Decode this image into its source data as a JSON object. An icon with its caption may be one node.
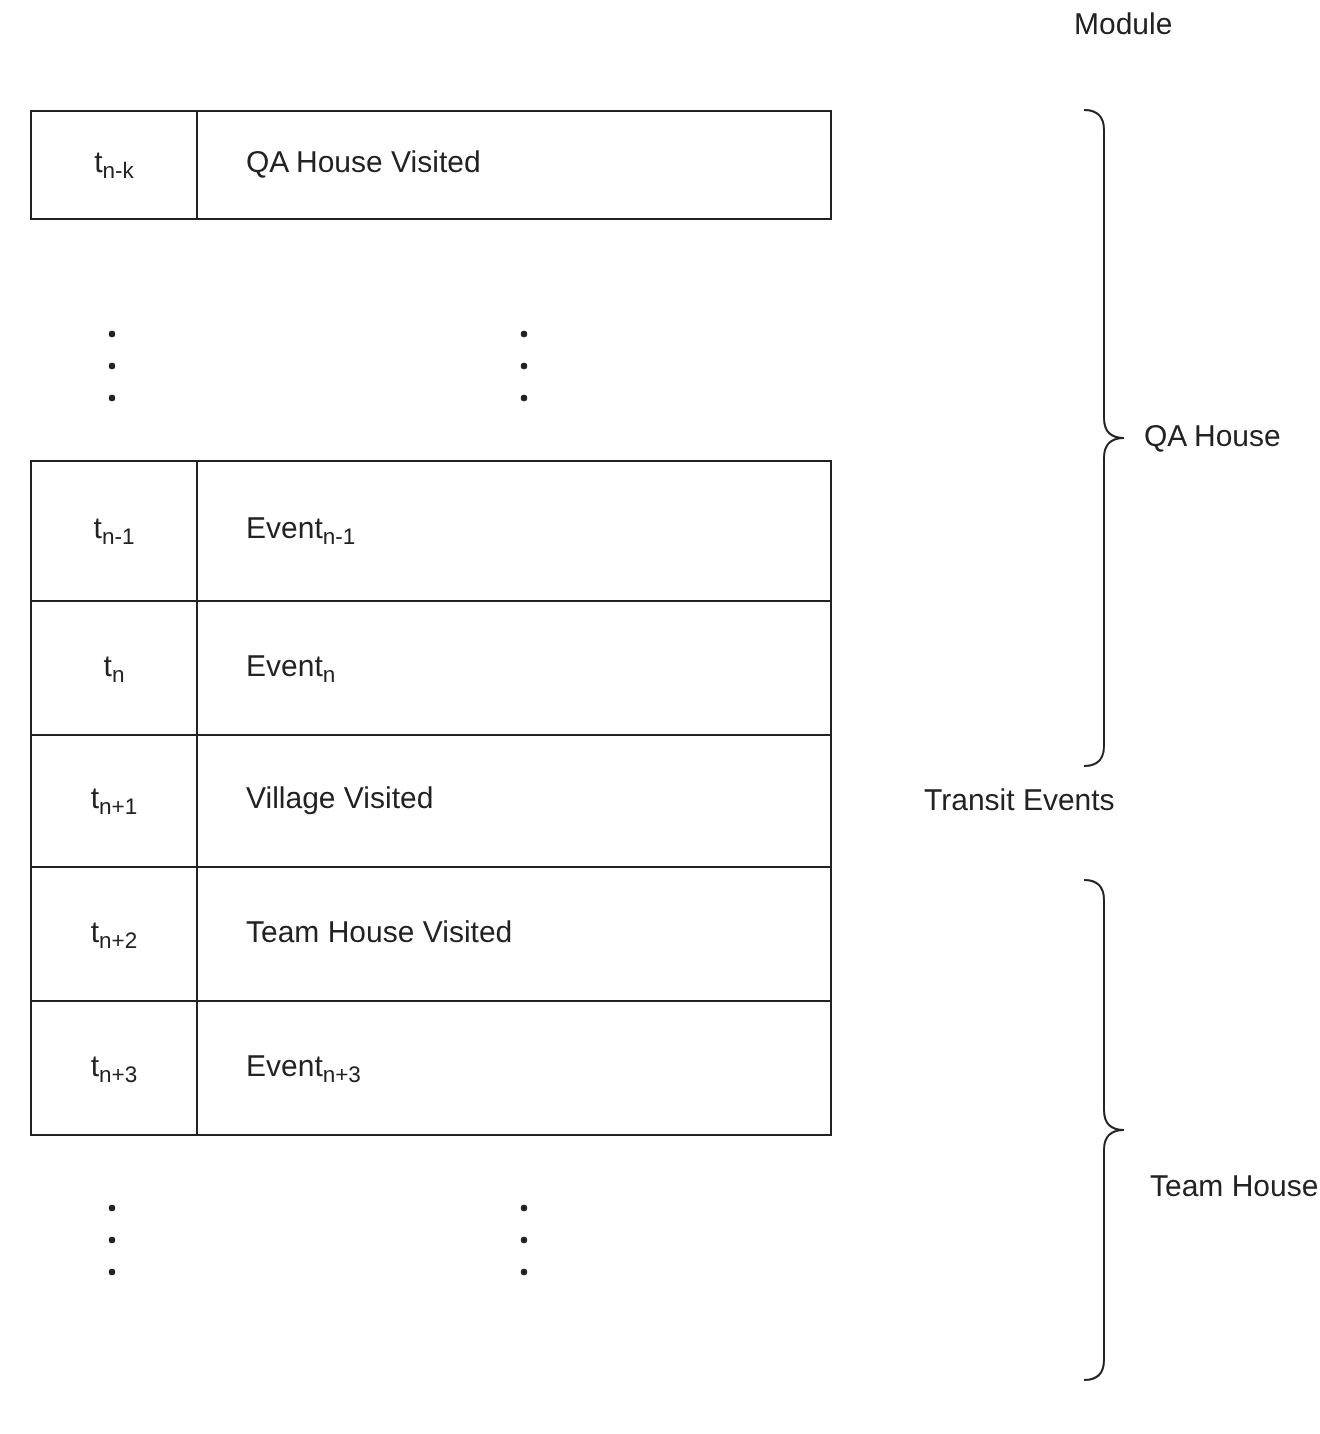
{
  "diagram": {
    "nodes": [
      {
        "text": [
          "t$_{n-k}$"
        ]
      },
      {
        "text": [
          "QA House Visited"
        ]
      },
      {
        "text": [
          "t$_{n-1}$"
        ]
      },
      {
        "text": [
          "Event$_{n-1}$"
        ]
      },
      {
        "text": [
          "t$_{n}$"
        ]
      },
      {
        "text": [
          "Event$_{n}$"
        ]
      },
      {
        "text": [
          "t$_{n+1}$"
        ]
      },
      {
        "text": [
          "Village Visited"
        ]
      },
      {
        "text": [
          "t$_{n+2}$"
        ]
      },
      {
        "text": [
          "Team House Visited"
        ]
      },
      {
        "text": [
          "t$_{n+3}$"
        ]
      },
      {
        "text": [
          "Event$_{n+3}$"
        ]
      }
    ],
    "labels": [
      "Module",
      "QA House",
      "Transit Events",
      "Team House"
    ]
  }
}
